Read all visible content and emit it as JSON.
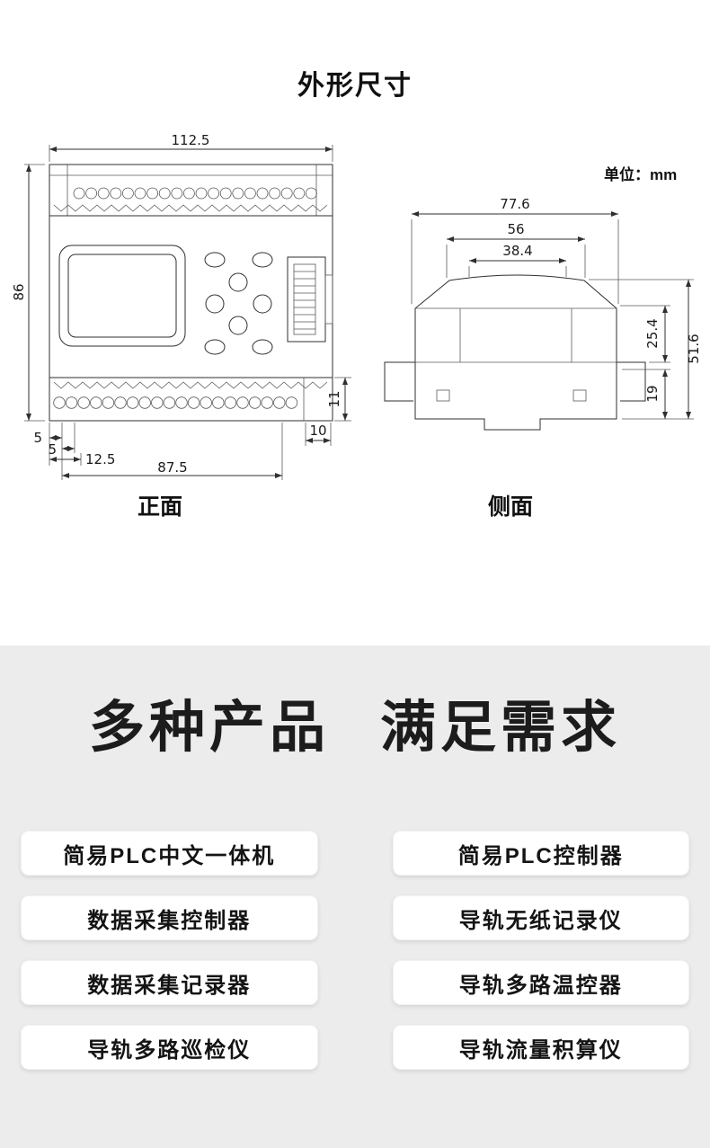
{
  "page": {
    "title": "外形尺寸",
    "unit_label": "单位：mm"
  },
  "front_view": {
    "label": "正面",
    "dims": {
      "width": "112.5",
      "height": "86",
      "offset_a": "5",
      "offset_b": "5",
      "offset_c": "12.5",
      "bottom_width": "87.5",
      "right_offset": "10",
      "strip_height": "11"
    }
  },
  "side_view": {
    "label": "侧面",
    "dims": {
      "overall_width": "77.6",
      "mid_width": "56",
      "top_width": "38.4",
      "upper_height": "25.4",
      "overall_height": "51.6",
      "lower_height": "19"
    }
  },
  "products": {
    "heading_left": "多种产品",
    "heading_right": "满足需求",
    "left_column": [
      "简易PLC中文一体机",
      "数据采集控制器",
      "数据采集记录器",
      "导轨多路巡检仪"
    ],
    "right_column": [
      "简易PLC控制器",
      "导轨无纸记录仪",
      "导轨多路温控器",
      "导轨流量积算仪"
    ]
  }
}
